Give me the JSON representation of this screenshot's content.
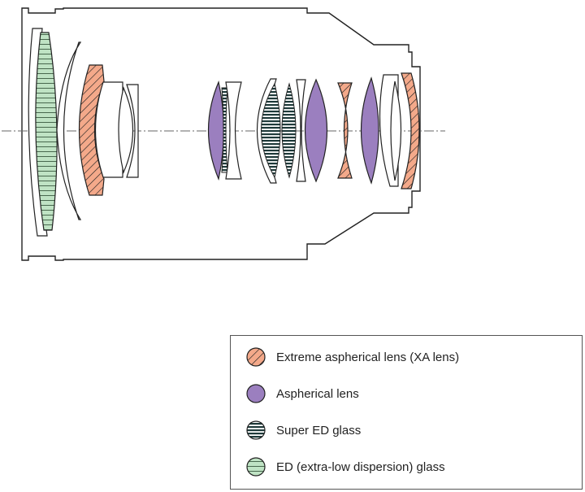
{
  "colors": {
    "outline": "#222222",
    "xa_fill": "#f4a98a",
    "asph_fill": "#9b7fbf",
    "super_ed_fill": "#1f3a3a",
    "ed_fill": "#bfe3c4",
    "axis": "#666666"
  },
  "legend": {
    "items": [
      {
        "label": "Extreme aspherical lens (XA lens)",
        "pattern": "xa"
      },
      {
        "label": "Aspherical lens",
        "pattern": "asph"
      },
      {
        "label": "Super ED glass",
        "pattern": "superED"
      },
      {
        "label": "ED (extra-low dispersion) glass",
        "pattern": "ed"
      }
    ]
  }
}
